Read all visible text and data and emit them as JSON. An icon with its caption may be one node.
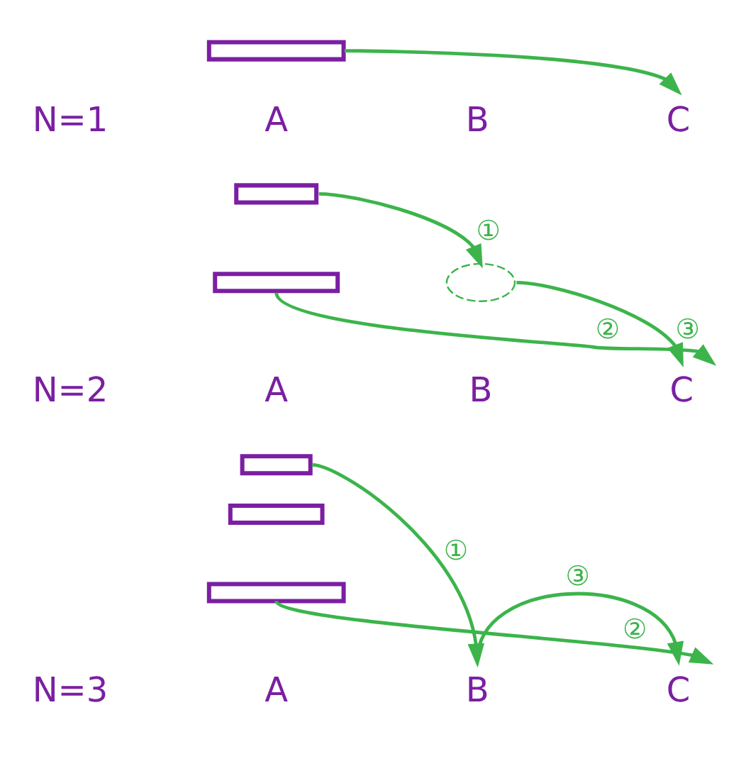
{
  "diagram": {
    "nodes": [
      {
        "text": [],
        "shape": "bar"
      },
      {
        "text": [
          "A"
        ]
      },
      {
        "text": [
          "B"
        ]
      },
      {
        "text": [
          "C"
        ]
      },
      {
        "text": [],
        "shape": "bar"
      },
      {
        "text": [],
        "shape": "bar"
      },
      {
        "text": [],
        "shape": "ellipse"
      },
      {
        "text": [
          "A"
        ]
      },
      {
        "text": [
          "B"
        ]
      },
      {
        "text": [
          "C"
        ]
      },
      {
        "text": [],
        "shape": "bar"
      },
      {
        "text": [],
        "shape": "bar"
      },
      {
        "text": [],
        "shape": "bar"
      },
      {
        "text": [
          "A"
        ]
      },
      {
        "text": [
          "B"
        ]
      },
      {
        "text": [
          "C"
        ]
      }
    ],
    "edges": [
      {
        "from": 0,
        "to": 3,
        "arrow": "to"
      },
      {
        "from": 4,
        "to": 6,
        "arrow": "to",
        "label": "①"
      },
      {
        "from": 6,
        "to": 9,
        "arrow": "to",
        "label": "③"
      },
      {
        "from": 5,
        "to": 9,
        "arrow": "to",
        "label": "②"
      },
      {
        "from": 10,
        "to": 14,
        "arrow": "to",
        "label": "①"
      },
      {
        "from": 14,
        "to": 15,
        "arrow": "to",
        "label": "③"
      },
      {
        "from": 12,
        "to": 15,
        "arrow": "to",
        "label": "②"
      }
    ],
    "labels": [
      "N=1",
      "N=2",
      "N=3"
    ]
  }
}
